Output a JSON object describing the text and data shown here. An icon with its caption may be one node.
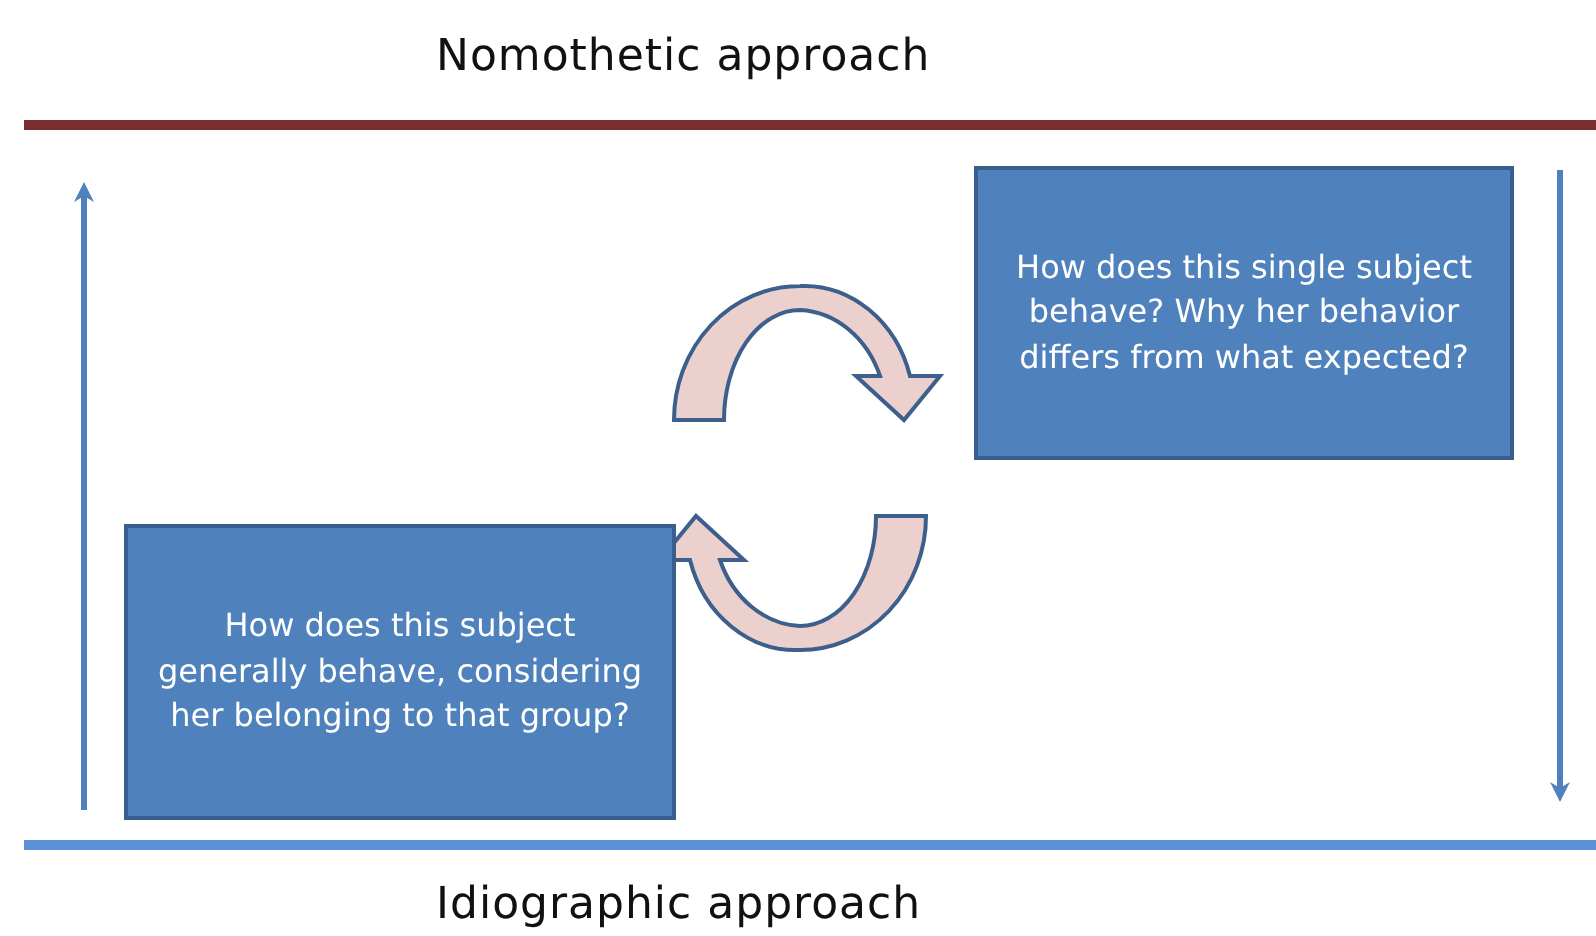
{
  "diagram": {
    "nodes": [
      {
        "text": [
          "How does this subject generally behave, considering her belonging to that group?"
        ]
      },
      {
        "text": [
          "How does this single subject behave? Why her behavior differs from what expected?"
        ]
      }
    ],
    "labels": [
      "Nomothetic approach",
      "Idiographic approach"
    ]
  }
}
